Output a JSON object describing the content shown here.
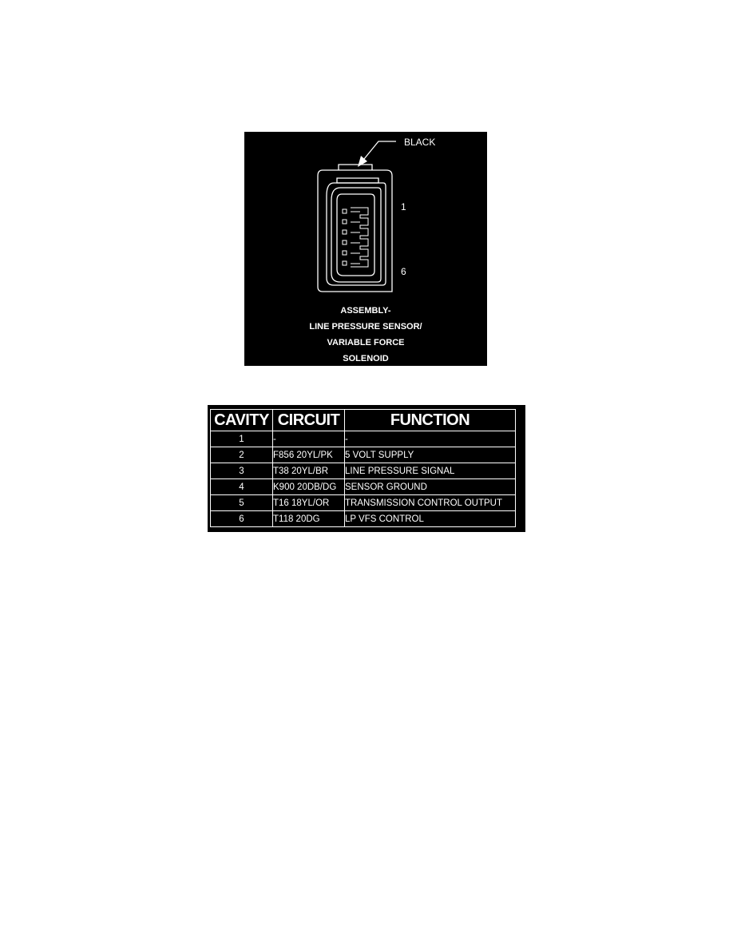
{
  "connector": {
    "color_label": "BLACK",
    "first_pin_label": "1",
    "last_pin_label": "6",
    "title_lines": [
      "ASSEMBLY-",
      "LINE PRESSURE SENSOR/",
      "VARIABLE FORCE",
      "SOLENOID"
    ]
  },
  "pinout": {
    "headers": [
      "CAVITY",
      "CIRCUIT",
      "FUNCTION"
    ],
    "rows": [
      {
        "cavity": "1",
        "circuit": "-",
        "function": "-"
      },
      {
        "cavity": "2",
        "circuit": "F856 20YL/PK",
        "function": "5 VOLT SUPPLY"
      },
      {
        "cavity": "3",
        "circuit": "T38 20YL/BR",
        "function": "LINE PRESSURE SIGNAL"
      },
      {
        "cavity": "4",
        "circuit": "K900 20DB/DG",
        "function": "SENSOR GROUND"
      },
      {
        "cavity": "5",
        "circuit": "T16 18YL/OR",
        "function": "TRANSMISSION CONTROL OUTPUT"
      },
      {
        "cavity": "6",
        "circuit": "T118 20DG",
        "function": "LP VFS CONTROL"
      }
    ]
  }
}
